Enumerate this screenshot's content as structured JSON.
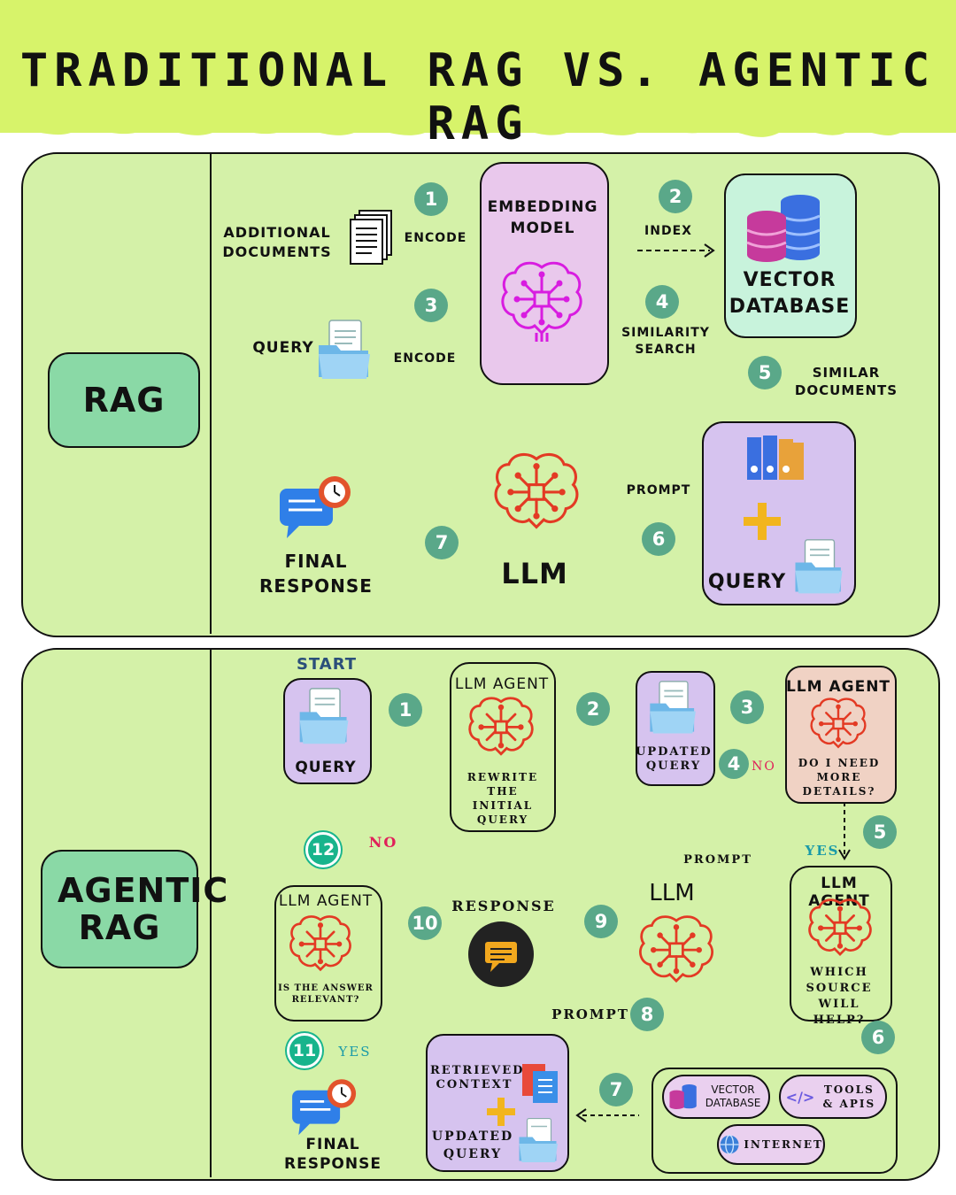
{
  "title": "TRADITIONAL RAG VS. AGENTIC RAG",
  "colors": {
    "title_band": "#d7f36a",
    "panel": "#d4f1a8",
    "side_label": "#8ad9a6",
    "step_badge": "#5aa889",
    "brain_magenta": "#d81ce0",
    "brain_red": "#e33a24",
    "no_text": "#e0205a",
    "yes_text": "#1a9aa8"
  },
  "rag": {
    "label": "RAG",
    "additional_documents": "ADDITIONAL DOCUMENTS",
    "query": "QUERY",
    "encode_1": "ENCODE",
    "encode_2": "ENCODE",
    "embedding_model": "EMBEDDING MODEL",
    "index": "INDEX",
    "similarity_search": "SIMILARITY SEARCH",
    "vector_database": "VECTOR DATABASE",
    "similar_documents": "SIMILAR DOCUMENTS",
    "prompt": "PROMPT",
    "prompt_query": "QUERY",
    "llm": "LLM",
    "final_response": "FINAL RESPONSE",
    "steps": [
      "1",
      "2",
      "3",
      "4",
      "5",
      "6",
      "7"
    ]
  },
  "agentic": {
    "label": "AGENTIC RAG",
    "start": "START",
    "query": "QUERY",
    "agent1_title": "LLM AGENT",
    "agent1_caption": "REWRITE THE INITIAL QUERY",
    "updated_query": "UPDATED QUERY",
    "agent2_title": "LLM AGENT",
    "agent2_caption": "DO I NEED MORE DETAILS?",
    "no_1": "NO",
    "yes_1": "YES",
    "agent3_title": "LLM AGENT",
    "agent3_caption": "WHICH SOURCE WILL HELP?",
    "prompt_top": "PROMPT",
    "llm": "LLM",
    "response": "RESPONSE",
    "agent4_title": "LLM AGENT",
    "agent4_caption": "IS THE ANSWER RELEVANT?",
    "no_2": "NO",
    "yes_2": "YES",
    "prompt_bottom": "PROMPT",
    "retrieved_context": "RETRIEVED CONTEXT",
    "updated_query_2": "UPDATED QUERY",
    "source_vector_db": "VECTOR DATABASE",
    "source_tools": "TOOLS & APIS",
    "source_internet": "INTERNET",
    "final_response": "FINAL RESPONSE",
    "steps": [
      "1",
      "2",
      "3",
      "4",
      "5",
      "6",
      "7",
      "8",
      "9",
      "10",
      "11",
      "12"
    ]
  }
}
